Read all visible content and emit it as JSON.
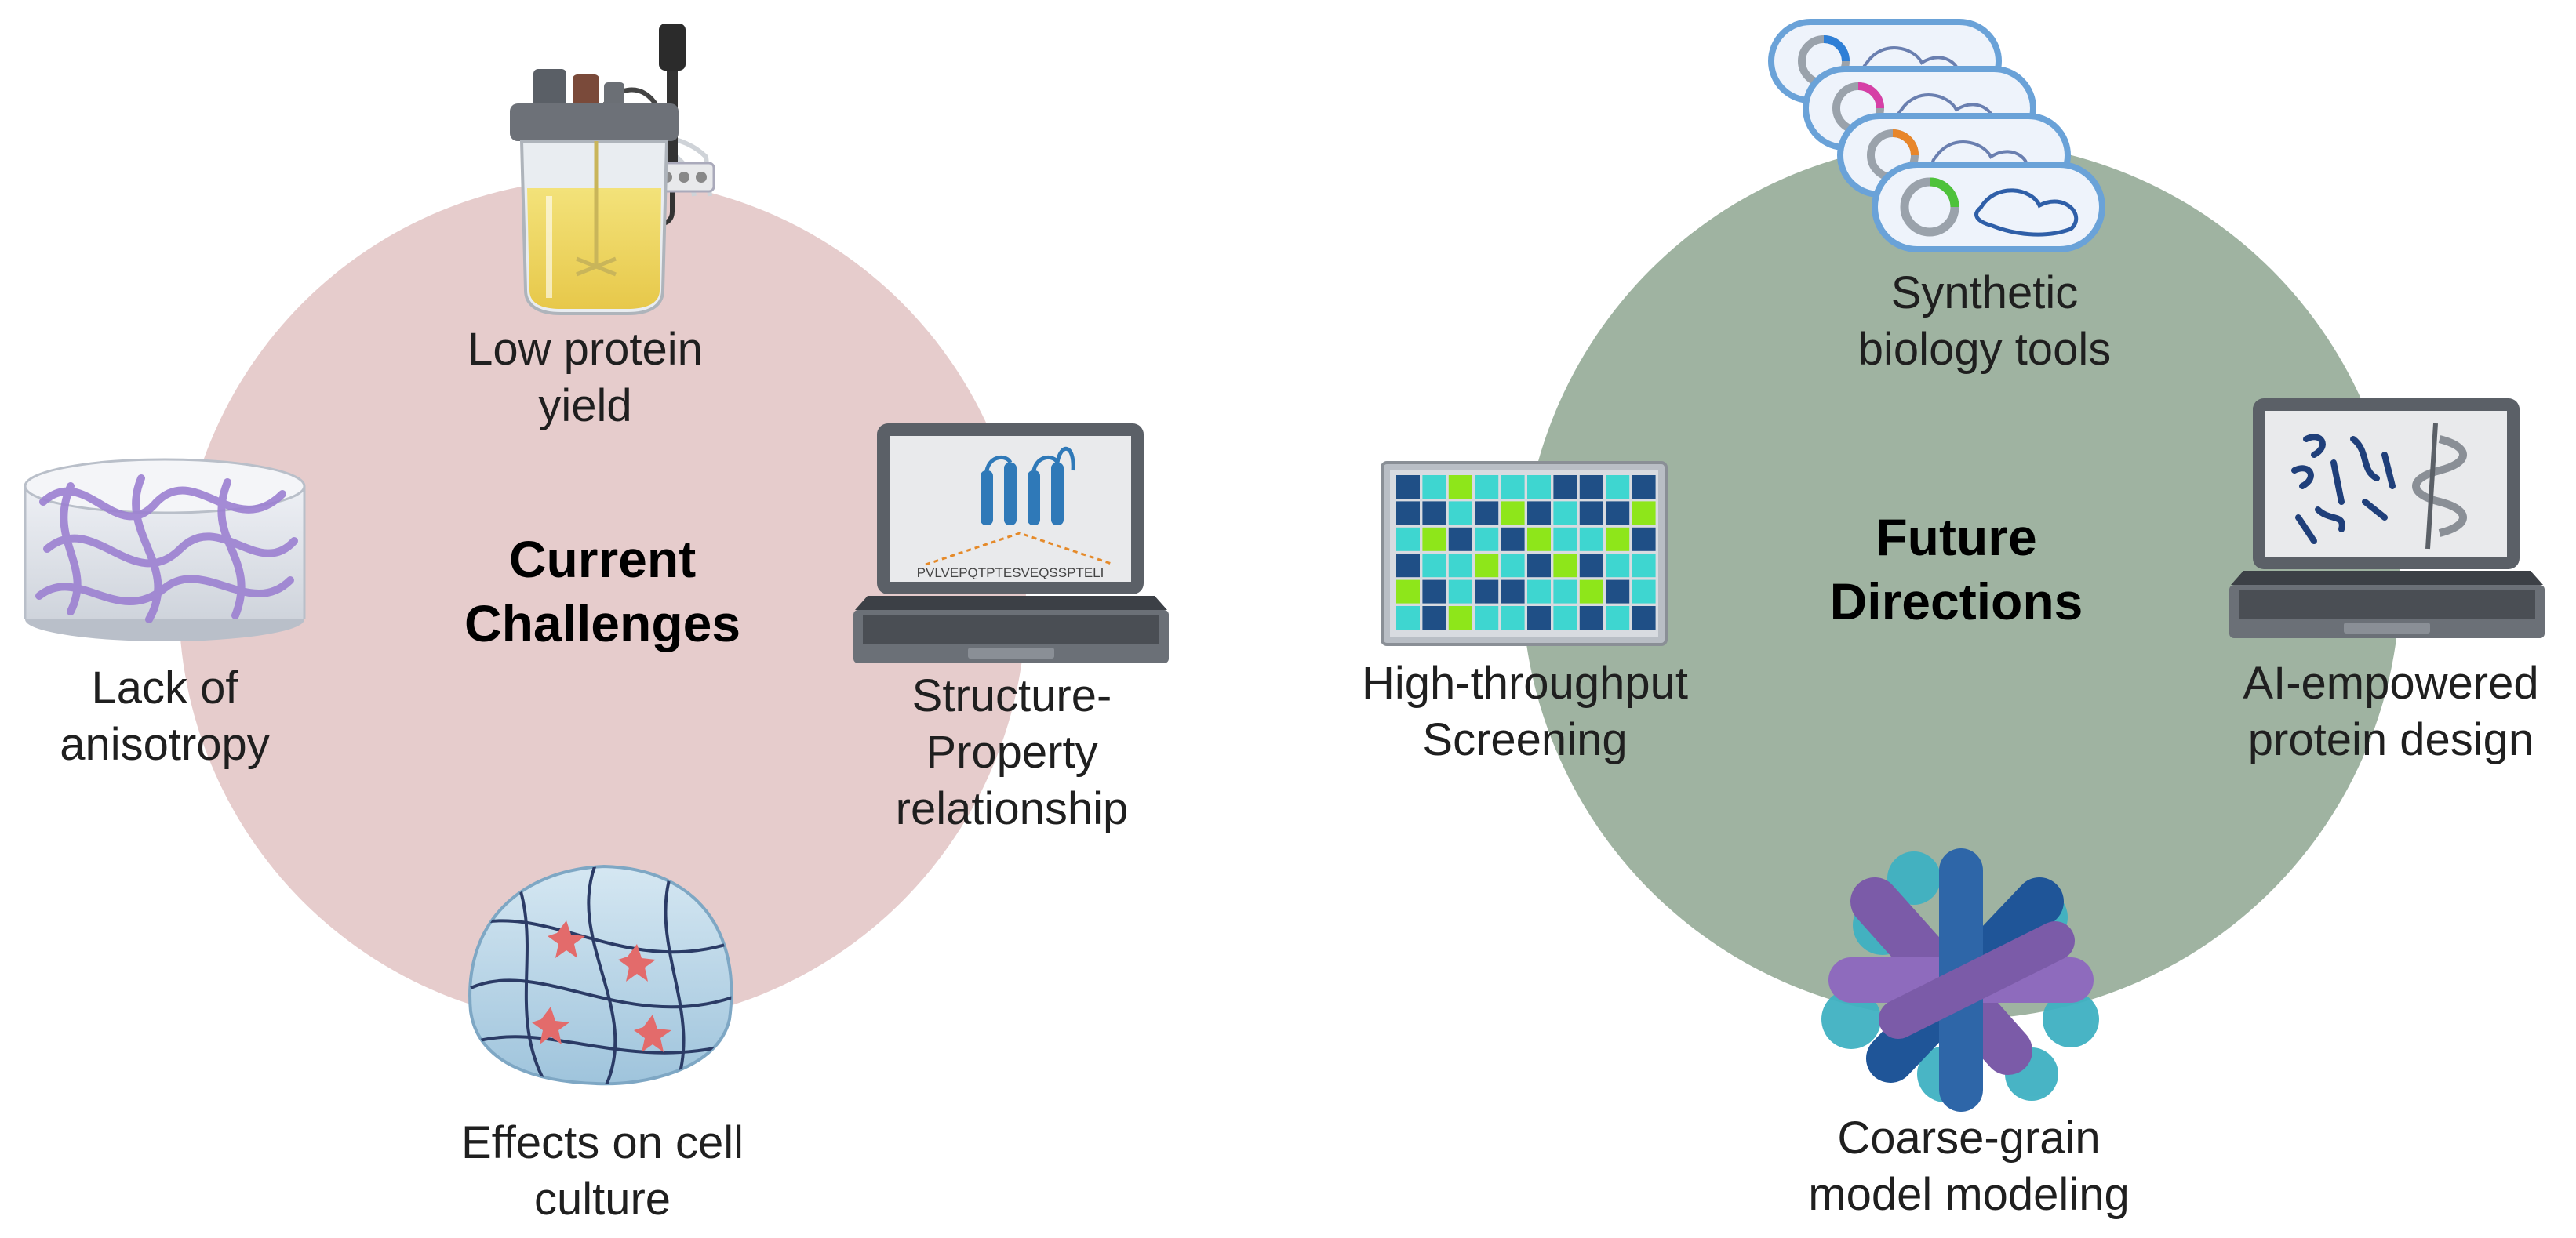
{
  "colors": {
    "left_circle": "#e6cccc",
    "right_circle": "#9fb3a1",
    "screen_blue": "#1f4f86",
    "screen_cyan": "#3ed6d0",
    "screen_green": "#8ee61a"
  },
  "left": {
    "title": [
      "Current",
      "Challenges"
    ],
    "items": [
      {
        "icon": "bioreactor-icon",
        "label": [
          "Low protein",
          "yield"
        ]
      },
      {
        "icon": "hydrogel-disc-icon",
        "label": [
          "Lack of",
          "anisotropy"
        ]
      },
      {
        "icon": "laptop-protein-structure-icon",
        "label": [
          "Structure-",
          "Property",
          "relationship"
        ],
        "screen_text": "PVLVEPQTPTESVEQSSPTELI"
      },
      {
        "icon": "cell-gel-dome-icon",
        "label": [
          "Effects on cell",
          "culture"
        ]
      }
    ]
  },
  "right": {
    "title": [
      "Future",
      "Directions"
    ],
    "items": [
      {
        "icon": "plasmid-cells-icon",
        "label": [
          "Synthetic",
          "biology tools"
        ]
      },
      {
        "icon": "screening-plate-icon",
        "label": [
          "High-throughput",
          "Screening"
        ]
      },
      {
        "icon": "laptop-protein-design-icon",
        "label": [
          "AI-empowered",
          "protein design"
        ]
      },
      {
        "icon": "coarse-grain-model-icon",
        "label": [
          "Coarse-grain",
          "model modeling"
        ]
      }
    ]
  }
}
